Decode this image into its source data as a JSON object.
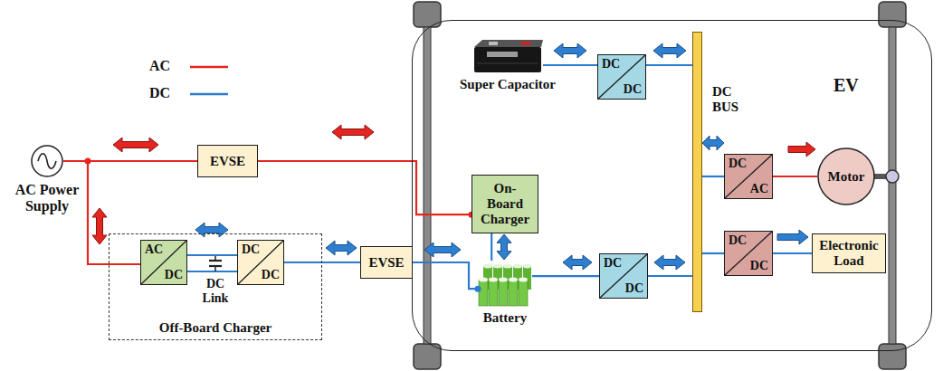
{
  "diagram": {
    "nodes": [
      {
        "text": [
          "AC Power Supply"
        ]
      },
      {
        "text": [
          "EVSE"
        ]
      },
      {
        "text": [
          "Off-Board Charger"
        ]
      },
      {
        "text": [
          "AC",
          "DC"
        ],
        "in": 2
      },
      {
        "text": [
          "DC",
          "DC"
        ],
        "in": 2
      },
      {
        "text": [
          "EVSE"
        ]
      },
      {
        "text": [
          "EV"
        ]
      },
      {
        "text": [
          "Super Capacitor"
        ],
        "in": 6
      },
      {
        "text": [
          "DC",
          "DC"
        ],
        "in": 6
      },
      {
        "text": [
          "On-Board Charger"
        ],
        "in": 6
      },
      {
        "text": [
          "Battery"
        ],
        "in": 6
      },
      {
        "text": [
          "DC",
          "DC"
        ],
        "in": 6
      },
      {
        "text": [
          "DC BUS"
        ],
        "in": 6
      },
      {
        "text": [
          "DC",
          "AC"
        ],
        "in": 6
      },
      {
        "text": [
          "Motor"
        ],
        "in": 6
      },
      {
        "text": [
          "DC",
          "DC"
        ],
        "in": 6
      },
      {
        "text": [
          "Electronic Load"
        ],
        "in": 6
      }
    ],
    "edges": [
      {
        "from": 0,
        "to": 1,
        "arrow": "both"
      },
      {
        "from": 1,
        "to": 9,
        "arrow": "both"
      },
      {
        "from": 0,
        "to": 3,
        "arrow": "both"
      },
      {
        "from": 3,
        "to": 4,
        "arrow": "both"
      },
      {
        "from": 4,
        "to": 5,
        "arrow": "both"
      },
      {
        "from": 5,
        "to": 10,
        "arrow": "both"
      },
      {
        "from": 9,
        "to": 10,
        "arrow": "both"
      },
      {
        "from": 7,
        "to": 8,
        "arrow": "both"
      },
      {
        "from": 8,
        "to": 12,
        "arrow": "both"
      },
      {
        "from": 10,
        "to": 11,
        "arrow": "both"
      },
      {
        "from": 11,
        "to": 12,
        "arrow": "both"
      },
      {
        "from": 12,
        "to": 13,
        "arrow": "both"
      },
      {
        "from": 13,
        "to": 14,
        "arrow": "to"
      },
      {
        "from": 12,
        "to": 15,
        "arrow": "none"
      },
      {
        "from": 15,
        "to": 16,
        "arrow": "to"
      }
    ],
    "labels": [
      "DC Link"
    ],
    "legend": [
      {
        "text": "AC"
      },
      {
        "text": "DC"
      }
    ]
  }
}
